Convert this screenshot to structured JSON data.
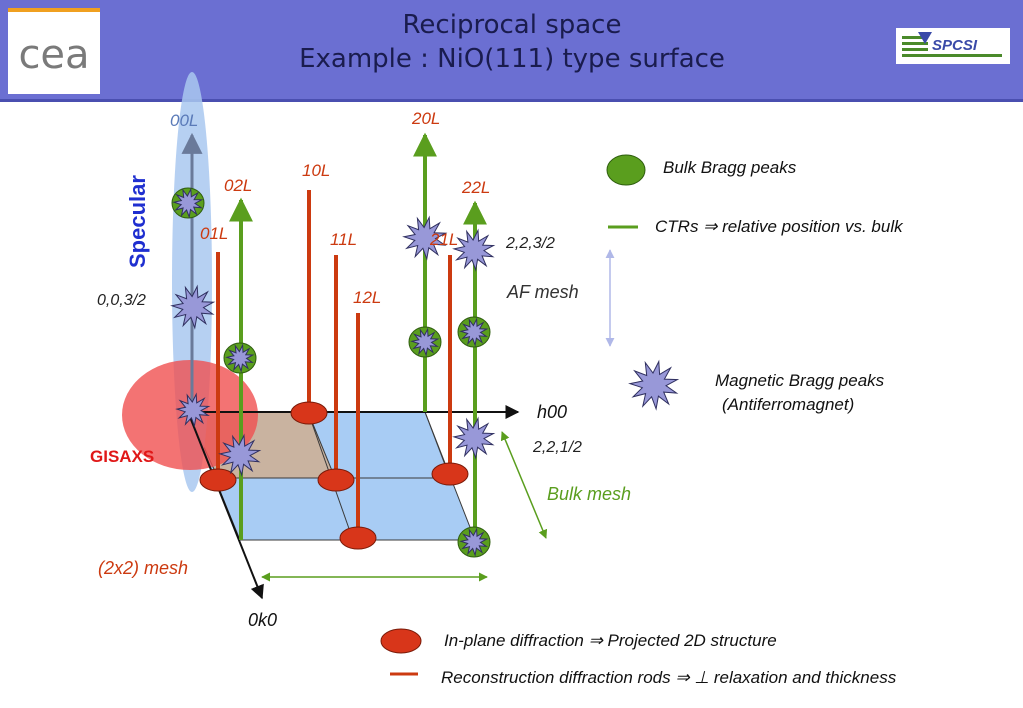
{
  "header": {
    "title_line1": "Reciprocal space",
    "title_line2": "Example : NiO(111) type surface",
    "logo_left_text": "cea",
    "logo_right_text": "SPCSI"
  },
  "diagram": {
    "specular_label": "Specular",
    "gisaxs_label": "GISAXS",
    "rod_labels": {
      "r00L": "00L",
      "r01L": "01L",
      "r02L": "02L",
      "r10L": "10L",
      "r11L": "11L",
      "r12L": "12L",
      "r20L": "20L",
      "r21L": "21L",
      "r22L": "22L"
    },
    "point_labels": {
      "p003_2": "0,0,3/2",
      "p223_2": "2,2,3/2",
      "p221_2": "2,2,1/2"
    },
    "axis_labels": {
      "h00": "h00",
      "k00": "0k0"
    },
    "mesh_labels": {
      "af_mesh": "AF mesh",
      "bulk_mesh": "Bulk mesh",
      "surface_mesh": "(2x2) mesh"
    }
  },
  "legend": {
    "bulk_bragg": "Bulk Bragg peaks",
    "ctrs": "CTRs ⇒  relative position vs. bulk",
    "magnetic_line1": "Magnetic Bragg peaks",
    "magnetic_line2": "(Antiferromagnet)",
    "inplane": "In-plane diffraction  ⇒  Projected 2D structure",
    "reconstruction": "Reconstruction diffraction rods ⇒ ⊥ relaxation and thickness"
  },
  "colors": {
    "header_bg": "#6b6fd2",
    "title_text": "#1a1c4e",
    "rod_red": "#cc3a10",
    "rod_green": "#5a9e1e",
    "bragg_green": "#5a9e1e",
    "specular_blue": "#1f2fd0",
    "specular_ellipse": "#a9c8f0",
    "gisaxs_red": "#e01818",
    "bulk_mesh_fill": "#a8ccf4",
    "surface_mesh_fill": "#c9b3a0",
    "magnetic_star": "#9898d8"
  },
  "icons": [
    "cea-logo",
    "spcsi-logo",
    "magnetic-star-icon",
    "bulk-bragg-peak-icon",
    "inplane-spot-icon"
  ]
}
